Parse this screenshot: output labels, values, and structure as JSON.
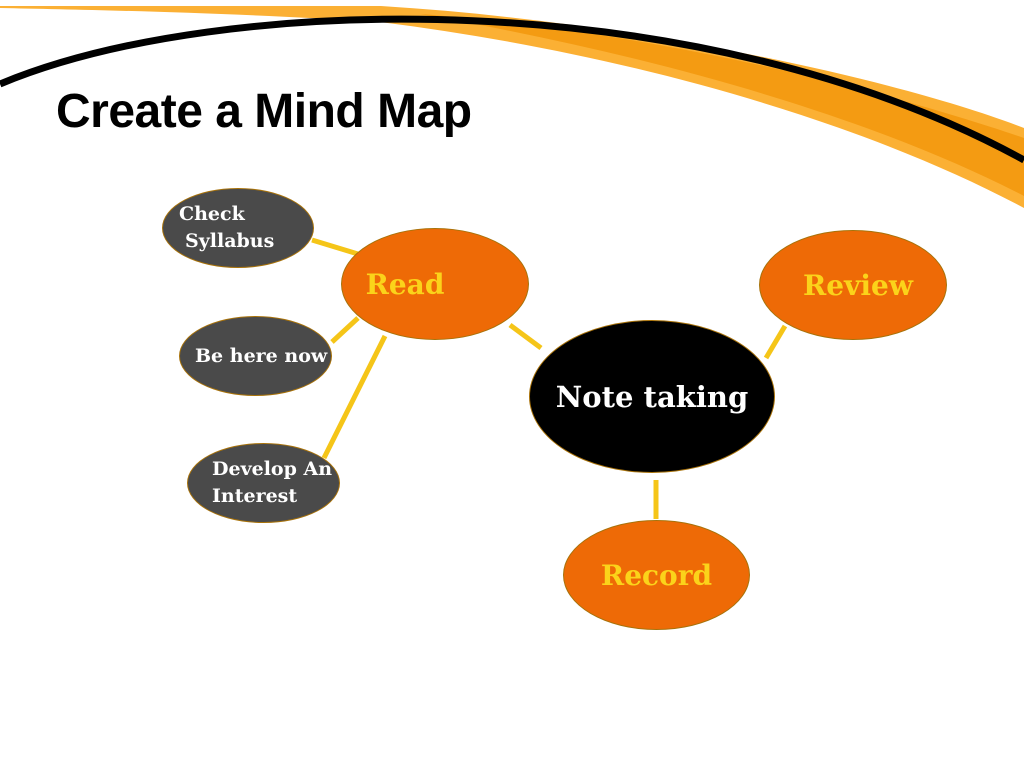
{
  "slide": {
    "title": "Create a Mind Map"
  },
  "colors": {
    "accent_orange": "#ee6a06",
    "label_gold": "#fbd31a",
    "connector_yellow": "#f5c518",
    "leaf_gray": "#4a4a4a",
    "center_black": "#000000",
    "swoosh_orange": "#f9a825"
  },
  "mind_map": {
    "center": {
      "label": "Note taking"
    },
    "branches": {
      "read": {
        "label": "Read"
      },
      "review": {
        "label": "Review"
      },
      "record": {
        "label": "Record"
      }
    },
    "read_children": {
      "check_syllabus": {
        "label_line1": "Check",
        "label_line2": "Syllabus"
      },
      "be_here_now": {
        "label": "Be here now"
      },
      "develop_interest": {
        "label_line1": "Develop An",
        "label_line2": "Interest"
      }
    }
  }
}
